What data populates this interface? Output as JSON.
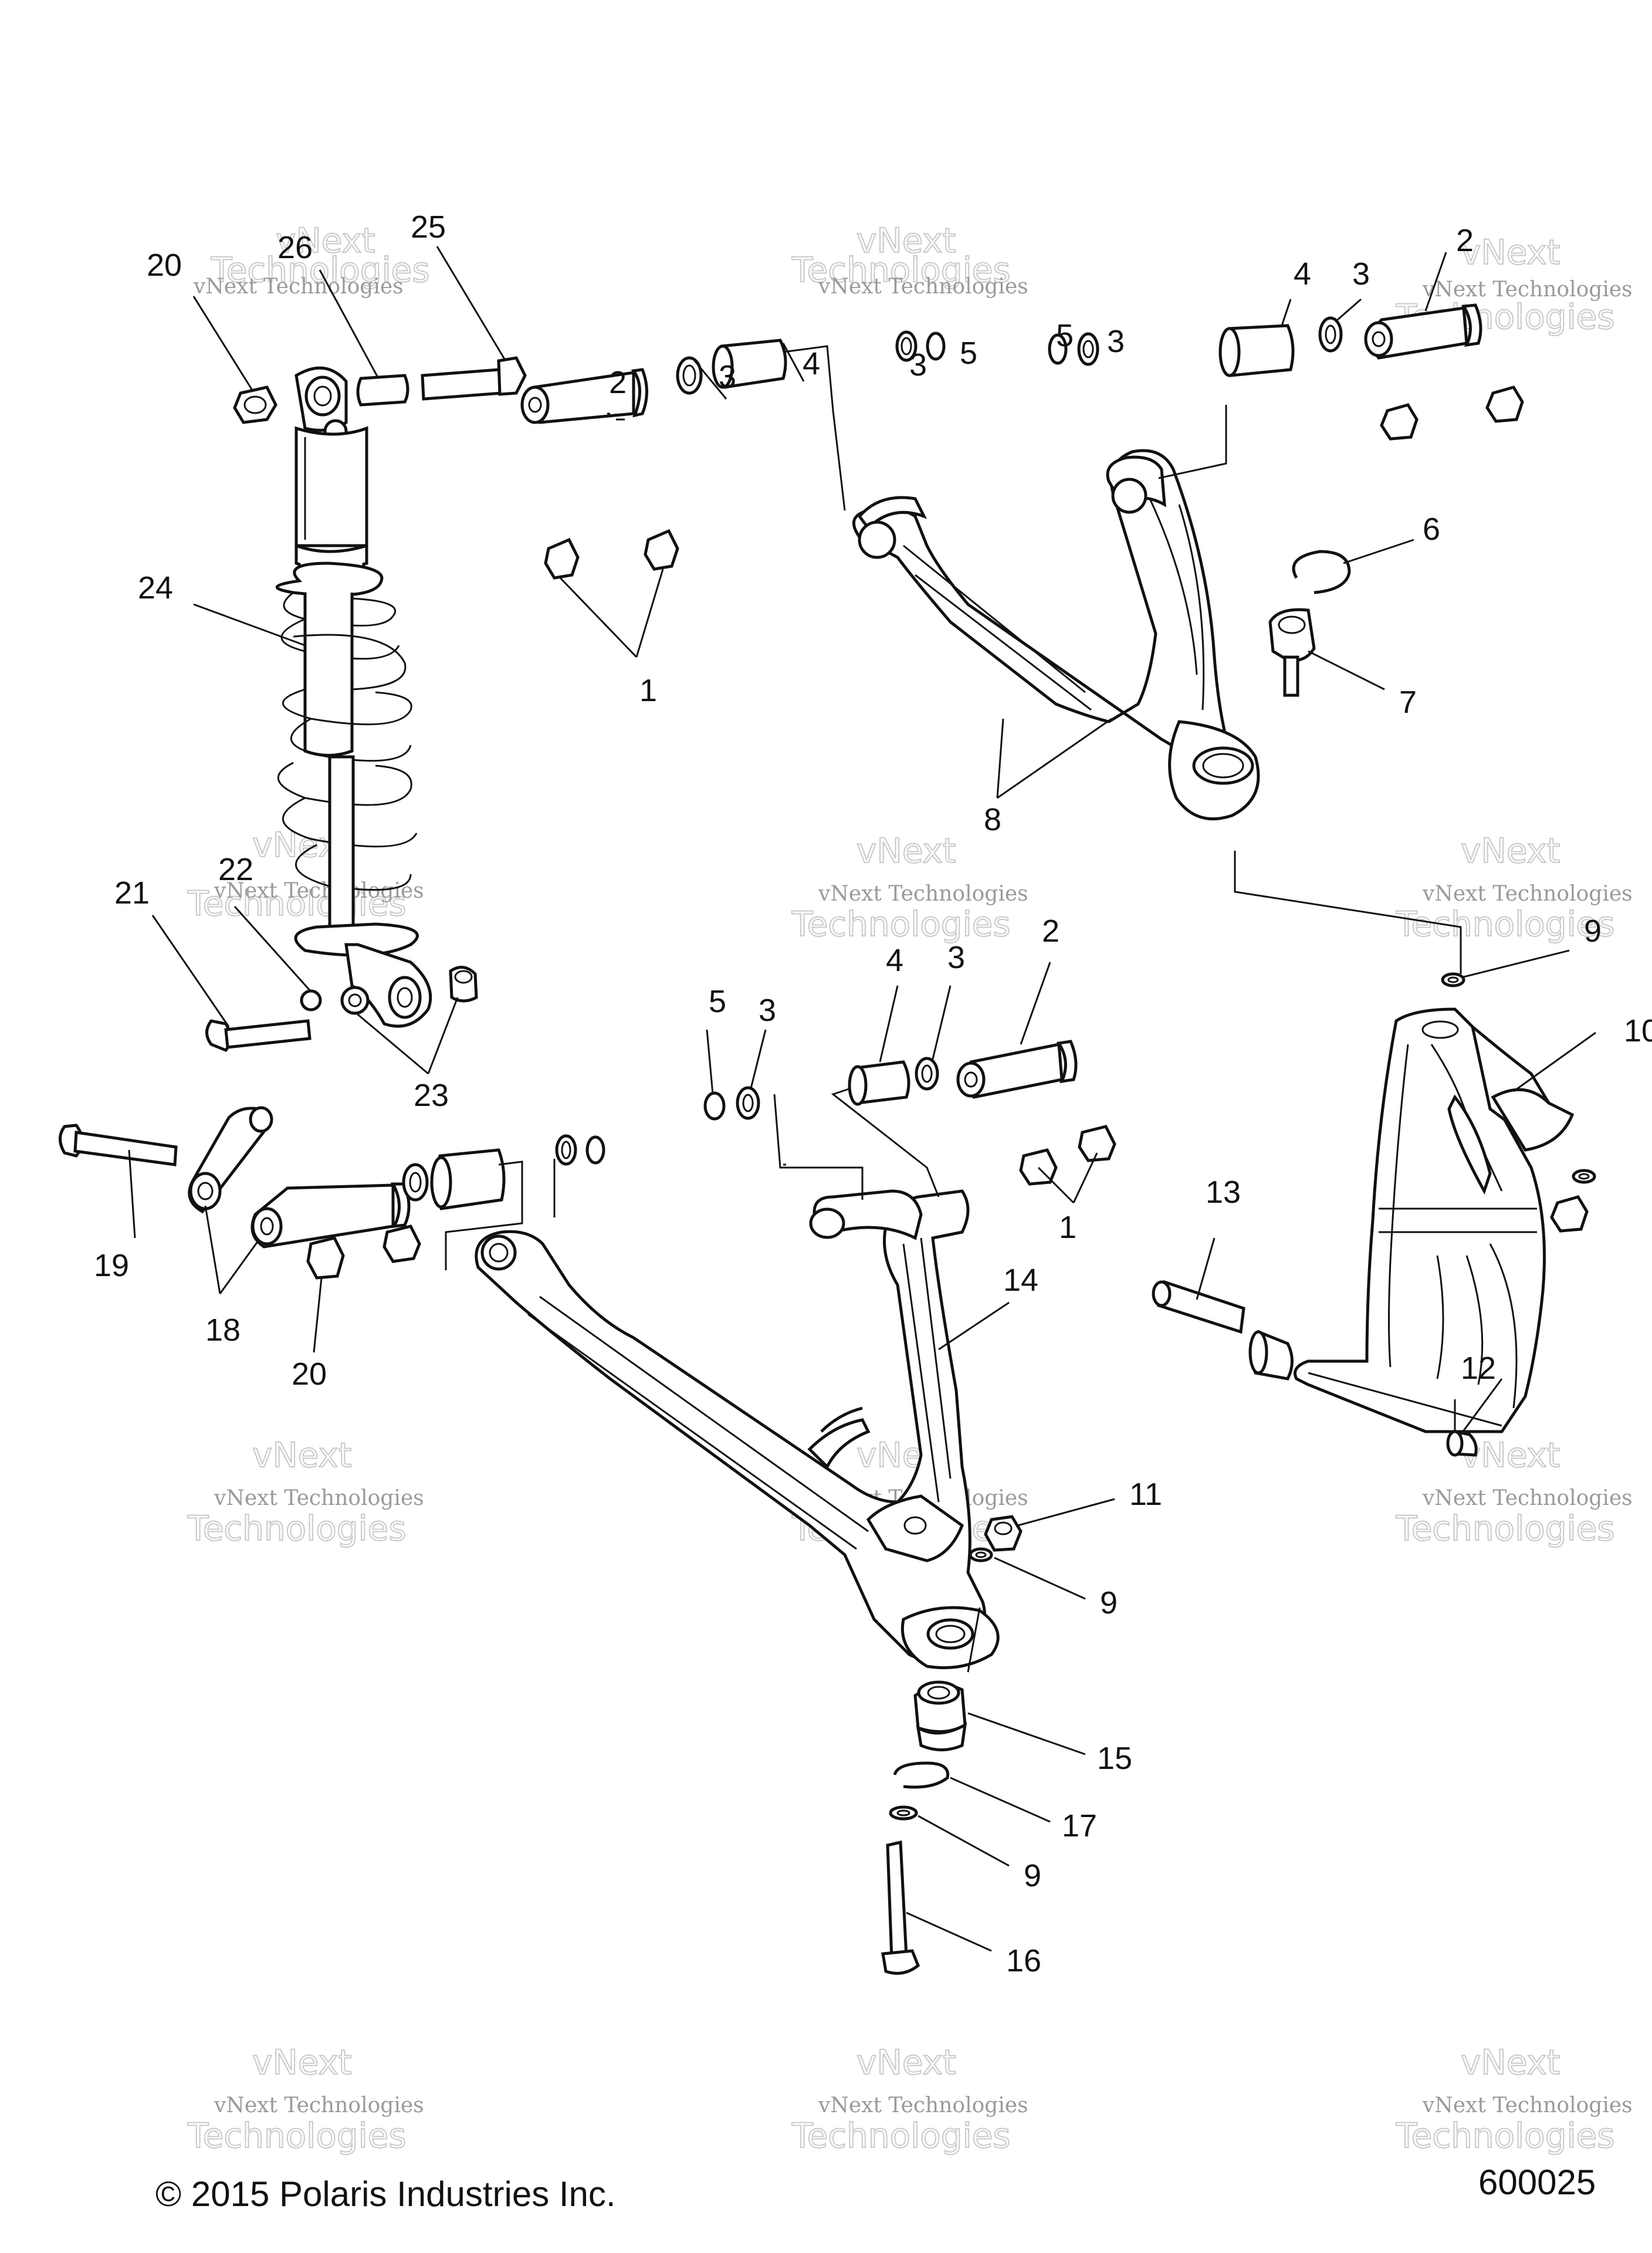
{
  "diagram": {
    "footer": {
      "copyright": "© 2015 Polaris Industries Inc.",
      "drawing_number": "600025"
    },
    "watermark": {
      "line1": "vNext Technologies",
      "line2": "vNext",
      "line3": "Technologies"
    },
    "callouts": [
      {
        "id": "c20a",
        "text": "20"
      },
      {
        "id": "c26",
        "text": "26"
      },
      {
        "id": "c25",
        "text": "25"
      },
      {
        "id": "c24",
        "text": "24"
      },
      {
        "id": "c22",
        "text": "22"
      },
      {
        "id": "c21",
        "text": "21"
      },
      {
        "id": "c23",
        "text": "23"
      },
      {
        "id": "c19",
        "text": "19"
      },
      {
        "id": "c18",
        "text": "18"
      },
      {
        "id": "c20b",
        "text": "20"
      },
      {
        "id": "c2a",
        "text": "2"
      },
      {
        "id": "c3a",
        "text": "3"
      },
      {
        "id": "c4a",
        "text": "4"
      },
      {
        "id": "c3b",
        "text": "3"
      },
      {
        "id": "c5a",
        "text": "5"
      },
      {
        "id": "c5b",
        "text": "5"
      },
      {
        "id": "c3c",
        "text": "3"
      },
      {
        "id": "c4b",
        "text": "4"
      },
      {
        "id": "c3d",
        "text": "3"
      },
      {
        "id": "c2b",
        "text": "2"
      },
      {
        "id": "c1a",
        "text": "1"
      },
      {
        "id": "c6",
        "text": "6"
      },
      {
        "id": "c7",
        "text": "7"
      },
      {
        "id": "c8",
        "text": "8"
      },
      {
        "id": "c9a",
        "text": "9"
      },
      {
        "id": "c10",
        "text": "10"
      },
      {
        "id": "c5c",
        "text": "5"
      },
      {
        "id": "c3e",
        "text": "3"
      },
      {
        "id": "c4c",
        "text": "4"
      },
      {
        "id": "c3f",
        "text": "3"
      },
      {
        "id": "c2c",
        "text": "2"
      },
      {
        "id": "c1b",
        "text": "1"
      },
      {
        "id": "c13",
        "text": "13"
      },
      {
        "id": "c14",
        "text": "14"
      },
      {
        "id": "c12",
        "text": "12"
      },
      {
        "id": "c11",
        "text": "11"
      },
      {
        "id": "c9b",
        "text": "9"
      },
      {
        "id": "c15",
        "text": "15"
      },
      {
        "id": "c17",
        "text": "17"
      },
      {
        "id": "c9c",
        "text": "9"
      },
      {
        "id": "c16",
        "text": "16"
      }
    ]
  }
}
